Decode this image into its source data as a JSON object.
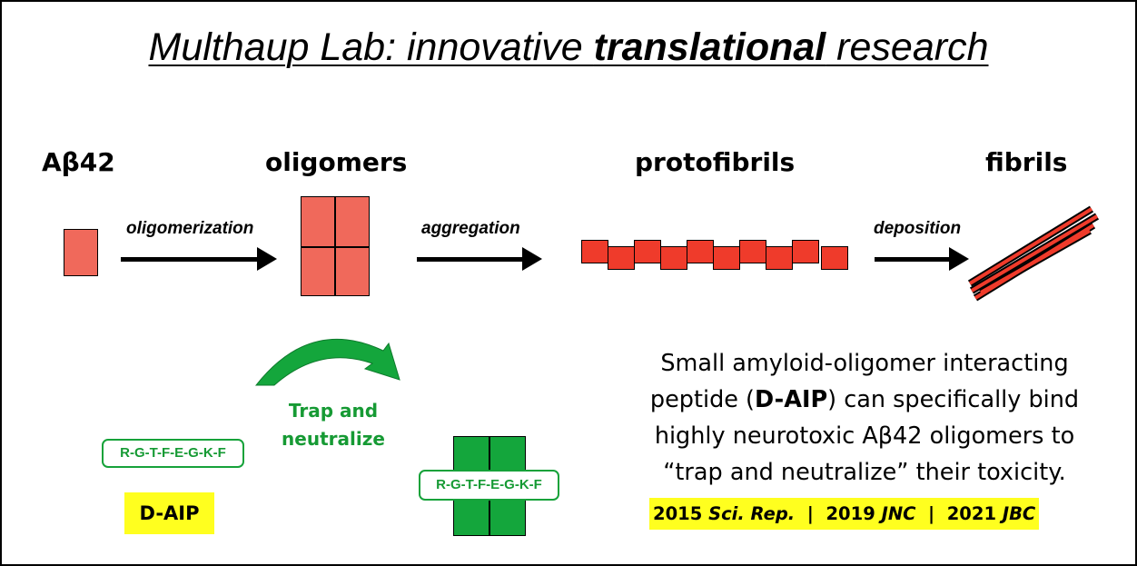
{
  "title": {
    "prefix": "Multhaup Lab: innovative ",
    "emphasis": "translational",
    "suffix": " research"
  },
  "stages": {
    "monomer": "Aβ42",
    "oligomers": "oligomers",
    "protofibrils": "protofibrils",
    "fibrils": "fibrils"
  },
  "processes": {
    "oligomerization": "oligomerization",
    "aggregation": "aggregation",
    "deposition": "deposition"
  },
  "peptide": {
    "sequence": "R-G-T-F-E-G-K-F",
    "name": "D-AIP",
    "action_line1": "Trap and",
    "action_line2": "neutralize"
  },
  "description": {
    "line1": "Small amyloid-oligomer interacting",
    "line2_pre": "peptide (",
    "line2_bold": "D-AIP",
    "line2_post": ") can specifically bind",
    "line3": "highly neurotoxic Aβ42 oligomers to",
    "line4": "“trap and neutralize” their toxicity."
  },
  "references": {
    "r1_year": "2015",
    "r1_journal": "Sci. Rep.",
    "sep1": "|",
    "r2_year": "2019",
    "r2_journal": "JNC",
    "sep2": "|",
    "r3_year": "2021",
    "r3_journal": "JBC"
  },
  "colors": {
    "monomer_fill": "#f0695b",
    "protofibril_fill": "#ef3b2b",
    "green": "#14a63c",
    "highlight": "#ffff1f"
  }
}
